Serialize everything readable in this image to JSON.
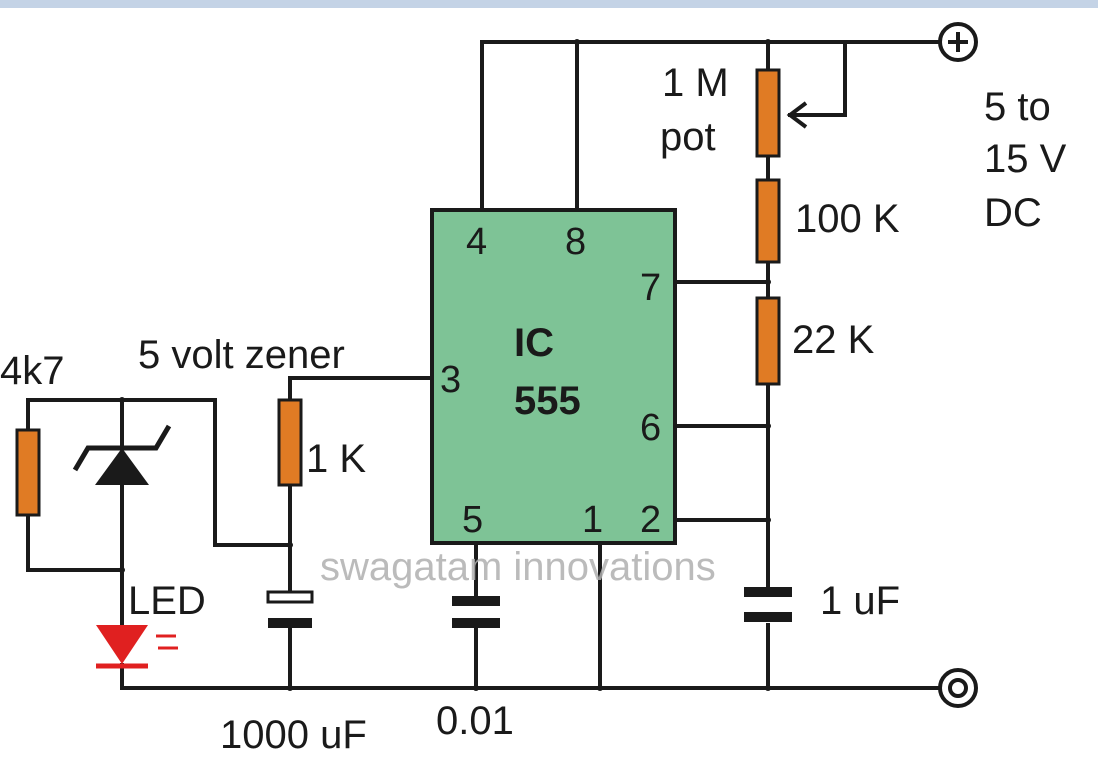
{
  "labels": {
    "supply": [
      "5 to",
      "15 V",
      "DC"
    ],
    "pot": [
      "1 M",
      "pot"
    ],
    "r_100k": "100 K",
    "r_22k": "22 K",
    "r_1k": "1 K",
    "r_4k7": "4k7",
    "zener": "5 volt zener",
    "led": "LED",
    "c_1000uf": "1000 uF",
    "c_001": "0.01",
    "c_1uf": "1 uF"
  },
  "ic": {
    "line1": "IC",
    "line2": "555",
    "pins": {
      "p1": "1",
      "p2": "2",
      "p3": "3",
      "p4": "4",
      "p5": "5",
      "p6": "6",
      "p7": "7",
      "p8": "8"
    }
  },
  "watermark": "swagatam innovations",
  "colors": {
    "ic_fill": "#7ec396",
    "resistor_fill": "#e07b24",
    "led_fill": "#e02020",
    "wire": "#1a1a1a",
    "top_bar": "#c4d3e6"
  }
}
